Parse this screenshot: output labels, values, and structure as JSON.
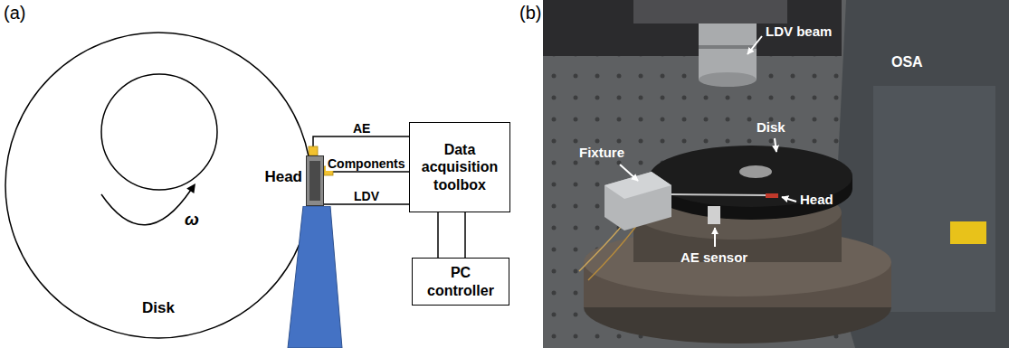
{
  "diagram": {
    "nodes": [
      {
        "text": [
          "Disk"
        ]
      },
      {
        "text": [
          "Head"
        ]
      },
      {
        "text": [
          "Data acquisition toolbox"
        ]
      },
      {
        "text": [
          "PC controller"
        ]
      }
    ],
    "edges": [
      {
        "from": 1,
        "to": 2,
        "label": "AE",
        "arrow": "none"
      },
      {
        "from": 1,
        "to": 2,
        "label": "Components",
        "arrow": "none"
      },
      {
        "from": 1,
        "to": 2,
        "label": "LDV",
        "arrow": "none"
      },
      {
        "from": 2,
        "to": 3,
        "arrow": "none"
      },
      {
        "from": 2,
        "to": 3,
        "arrow": "none"
      }
    ],
    "labels": [
      "(a)",
      "ω",
      "(b)",
      "LDV beam",
      "OSA",
      "Disk",
      "Fixture",
      "Head",
      "AE sensor"
    ]
  }
}
